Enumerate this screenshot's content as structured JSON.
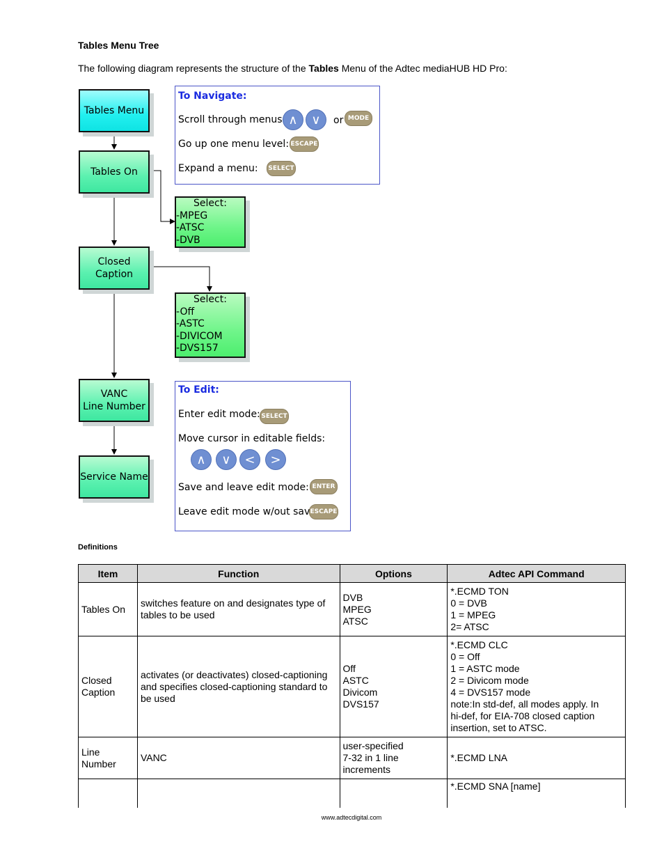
{
  "page": {
    "title": "Tables Menu Tree",
    "intro_before": "The following diagram represents the structure of the ",
    "intro_bold": "Tables",
    "intro_after": " Menu of the Adtec mediaHUB HD Pro:",
    "footer": "www.adtecdigital.com"
  },
  "tree": {
    "tables_menu": "Tables Menu",
    "tables_on": "Tables On",
    "closed_caption_1": "Closed",
    "closed_caption_2": "Caption",
    "vanc_1": "VANC",
    "vanc_2": "Line Number",
    "service_name": "Service Name",
    "tables_on_select": {
      "header": "Select:",
      "options": [
        "-MPEG",
        "-ATSC",
        "-DVB"
      ]
    },
    "cc_select": {
      "header": "Select:",
      "options": [
        "-Off",
        "-ASTC",
        "-DIVICOM",
        "-DVS157"
      ]
    }
  },
  "navigate": {
    "title": "To Navigate:",
    "scroll": "Scroll through menus:",
    "or": "or",
    "go_up": "Go up one menu level:",
    "expand": "Expand a menu:",
    "mode_btn": "MODE",
    "escape_btn": "ESCAPE",
    "select_btn": "SELECT",
    "up_glyph": "∧",
    "down_glyph": "∨"
  },
  "edit": {
    "title": "To Edit:",
    "enter": "Enter edit mode:",
    "move": "Move cursor in editable fields:",
    "save": "Save and leave edit mode:",
    "leave": "Leave edit mode w/out save:",
    "select_btn": "SELECT",
    "enter_btn": "ENTER",
    "escape_btn": "ESCAPE",
    "up_glyph": "∧",
    "down_glyph": "∨",
    "left_glyph": "<",
    "right_glyph": ">"
  },
  "definitions": {
    "heading": "Definitions",
    "headers": [
      "Item",
      "Function",
      "Options",
      "Adtec API Command"
    ],
    "rows": [
      {
        "item": [
          "Tables On"
        ],
        "function": [
          "switches feature on and designates type of",
          "tables to be used"
        ],
        "options": [
          "DVB",
          "MPEG",
          "ATSC"
        ],
        "command": [
          "*.ECMD TON",
          "0 = DVB",
          "1 = MPEG",
          "2= ATSC"
        ]
      },
      {
        "item": [
          "Closed",
          "Caption"
        ],
        "function": [
          "activates (or deactivates) closed-captioning",
          "and specifies closed-captioning standard to",
          "be used"
        ],
        "options": [
          "Off",
          "ASTC",
          "Divicom",
          "DVS157"
        ],
        "command": [
          "*.ECMD CLC",
          "0 = Off",
          "1 = ASTC mode",
          "2 = Divicom mode",
          "4 = DVS157 mode",
          "note:In std-def, all modes apply. In",
          "hi-def, for EIA-708 closed caption",
          "insertion, set to ATSC."
        ]
      },
      {
        "item": [
          "Line",
          "Number"
        ],
        "function": [
          "VANC"
        ],
        "options": [
          "user-specified",
          "7-32 in 1 line",
          "increments"
        ],
        "command": [
          "*.ECMD LNA"
        ]
      },
      {
        "item": [],
        "function": [],
        "options": [],
        "command": [
          "*.ECMD SNA [name]"
        ]
      }
    ]
  }
}
